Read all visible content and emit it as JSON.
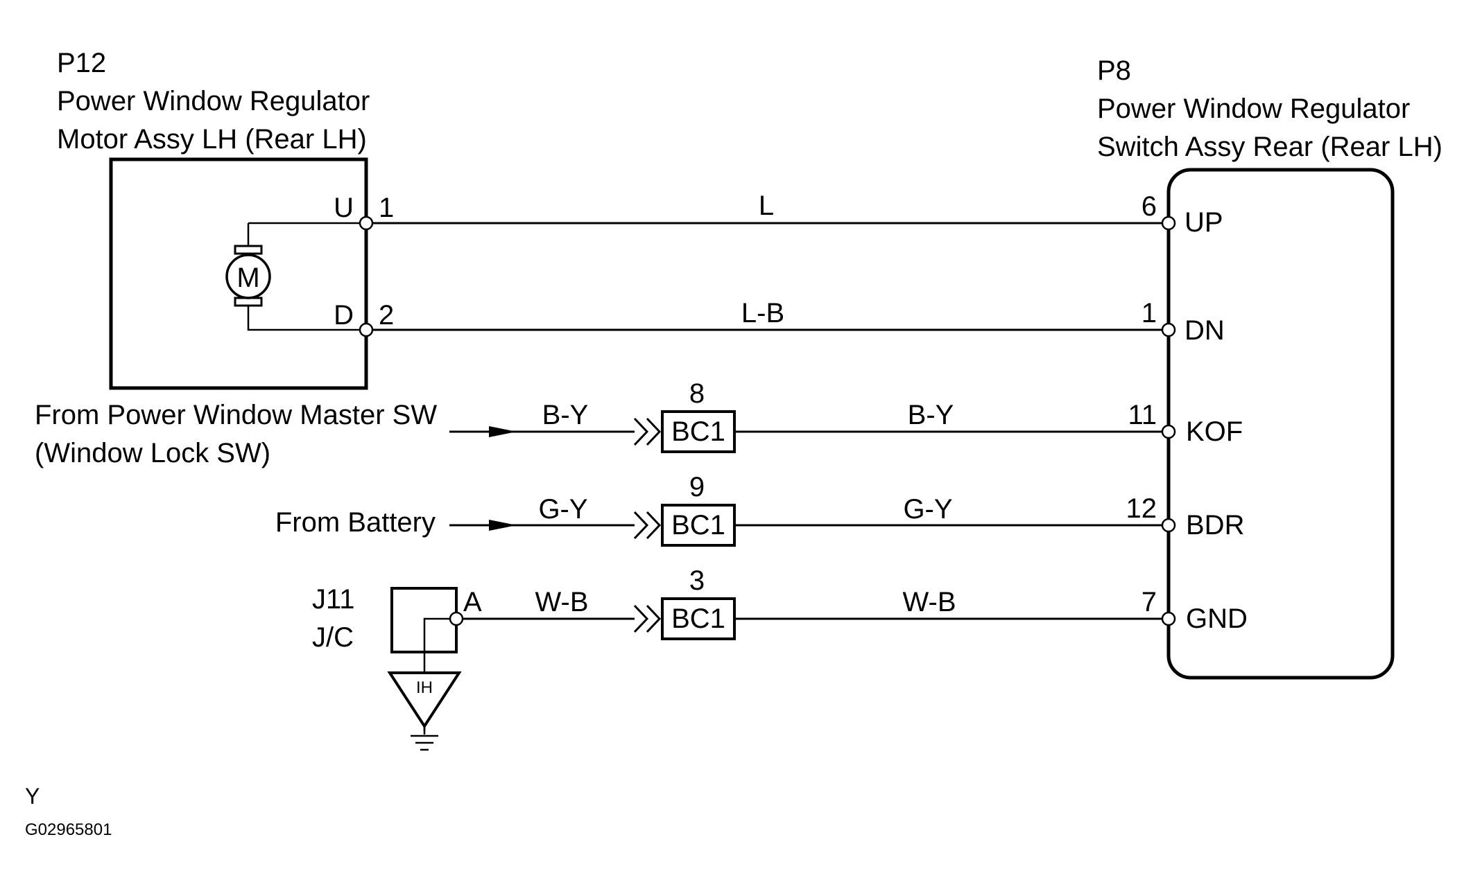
{
  "motor_component": {
    "code": "P12",
    "name_line1": "Power Window Regulator",
    "name_line2": "Motor Assy LH (Rear LH)",
    "motor_symbol": "M",
    "pin_up_label": "U",
    "pin_up_number": "1",
    "pin_down_label": "D",
    "pin_down_number": "2"
  },
  "switch_component": {
    "code": "P8",
    "name_line1": "Power Window Regulator",
    "name_line2": "Switch Assy Rear (Rear LH)",
    "pins": [
      {
        "number": "6",
        "label": "UP"
      },
      {
        "number": "1",
        "label": "DN"
      },
      {
        "number": "11",
        "label": "KOF"
      },
      {
        "number": "12",
        "label": "BDR"
      },
      {
        "number": "7",
        "label": "GND"
      }
    ]
  },
  "wires": {
    "up_color": "L",
    "down_color": "L-B"
  },
  "sources": {
    "master_sw_line1": "From Power Window Master SW",
    "master_sw_line2": "(Window Lock SW)",
    "battery": "From Battery"
  },
  "connectors": [
    {
      "pin": "8",
      "name": "BC1",
      "wire_in": "B-Y",
      "wire_out": "B-Y"
    },
    {
      "pin": "9",
      "name": "BC1",
      "wire_in": "G-Y",
      "wire_out": "G-Y"
    },
    {
      "pin": "3",
      "name": "BC1",
      "wire_in": "W-B",
      "wire_out": "W-B"
    }
  ],
  "junction": {
    "code": "J11",
    "name": "J/C",
    "pin": "A",
    "ground_label": "IH"
  },
  "footer": {
    "model": "Y",
    "figure_id": "G02965801"
  }
}
